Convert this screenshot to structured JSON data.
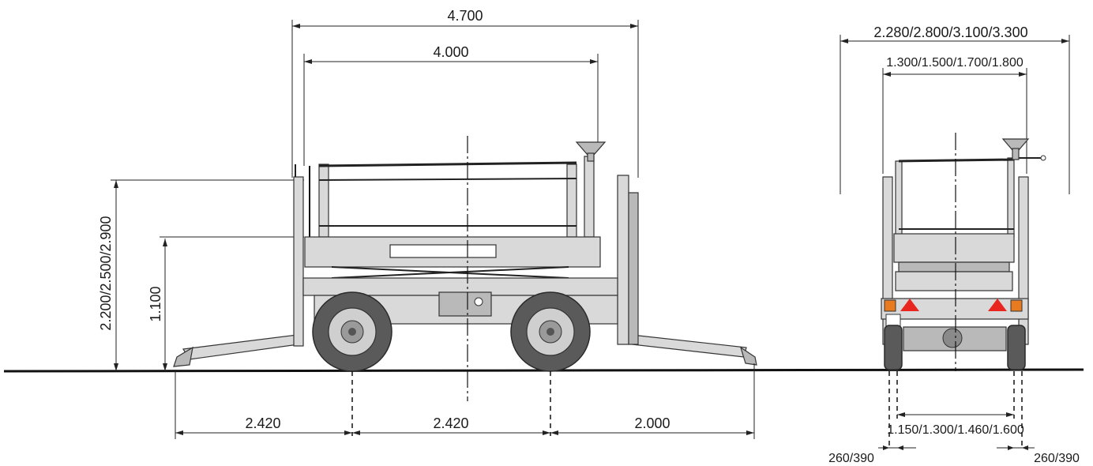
{
  "side_view": {
    "overall_length": "4.700",
    "platform_length": "4.000",
    "height_range": "2.200/2.500/2.900",
    "platform_height": "1.100",
    "front_outrigger": "2.420",
    "wheelbase": "2.420",
    "rear_outrigger": "2.000"
  },
  "rear_view": {
    "outrigger_width": "2.280/2.800/3.100/3.300",
    "platform_width": "1.300/1.500/1.700/1.800",
    "track_width": "1.150/1.300/1.460/1.600",
    "left_pad": "260/390",
    "right_pad": "260/390"
  },
  "colors": {
    "body": "#d9d9d9",
    "tire": "#5a5a5a",
    "reflector": "#e8261f",
    "lamp": "#e87a1f"
  }
}
